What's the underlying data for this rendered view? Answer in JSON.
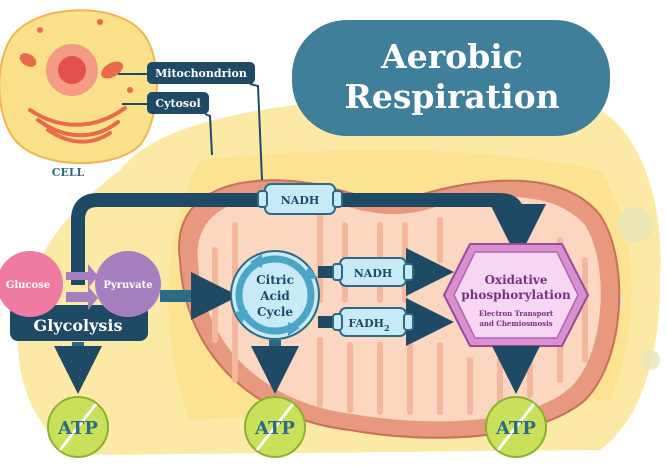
{
  "title": {
    "line1": "Aerobic",
    "line2": "Respiration"
  },
  "cell": {
    "label": "CELL",
    "mitochondrion_label": "Mitochondrion",
    "cytosol_label": "Cytosol"
  },
  "glycolysis": {
    "glucose": "Glucose",
    "pyruvate": "Pyruvate",
    "label": "Glycolysis"
  },
  "citric_acid_cycle": {
    "line1": "Citric",
    "line2": "Acid",
    "line3": "Cycle"
  },
  "carriers": {
    "nadh_top": "NADH",
    "nadh_mid": "NADH",
    "fadh_base": "FADH",
    "fadh_sub": "2"
  },
  "oxidative": {
    "line1": "Oxidative",
    "line2": "phosphorylation",
    "sub1": "Electron Transport",
    "sub2": "and Chemiosmosis"
  },
  "atp": {
    "left": "ATP",
    "middle": "ATP",
    "right": "ATP"
  },
  "colors": {
    "navy": "#1e4a66",
    "teal_title": "#3f7f99",
    "light_blue": "#c8e9f6",
    "membrane": "#e8987e",
    "matrix": "#fbd6c0",
    "cytoplasm": "#fde9a6",
    "glucose": "#ef7aa2",
    "pyruvate": "#a67fc0",
    "oxidative": "#d98fd0",
    "atp_green": "#c9e05a"
  }
}
